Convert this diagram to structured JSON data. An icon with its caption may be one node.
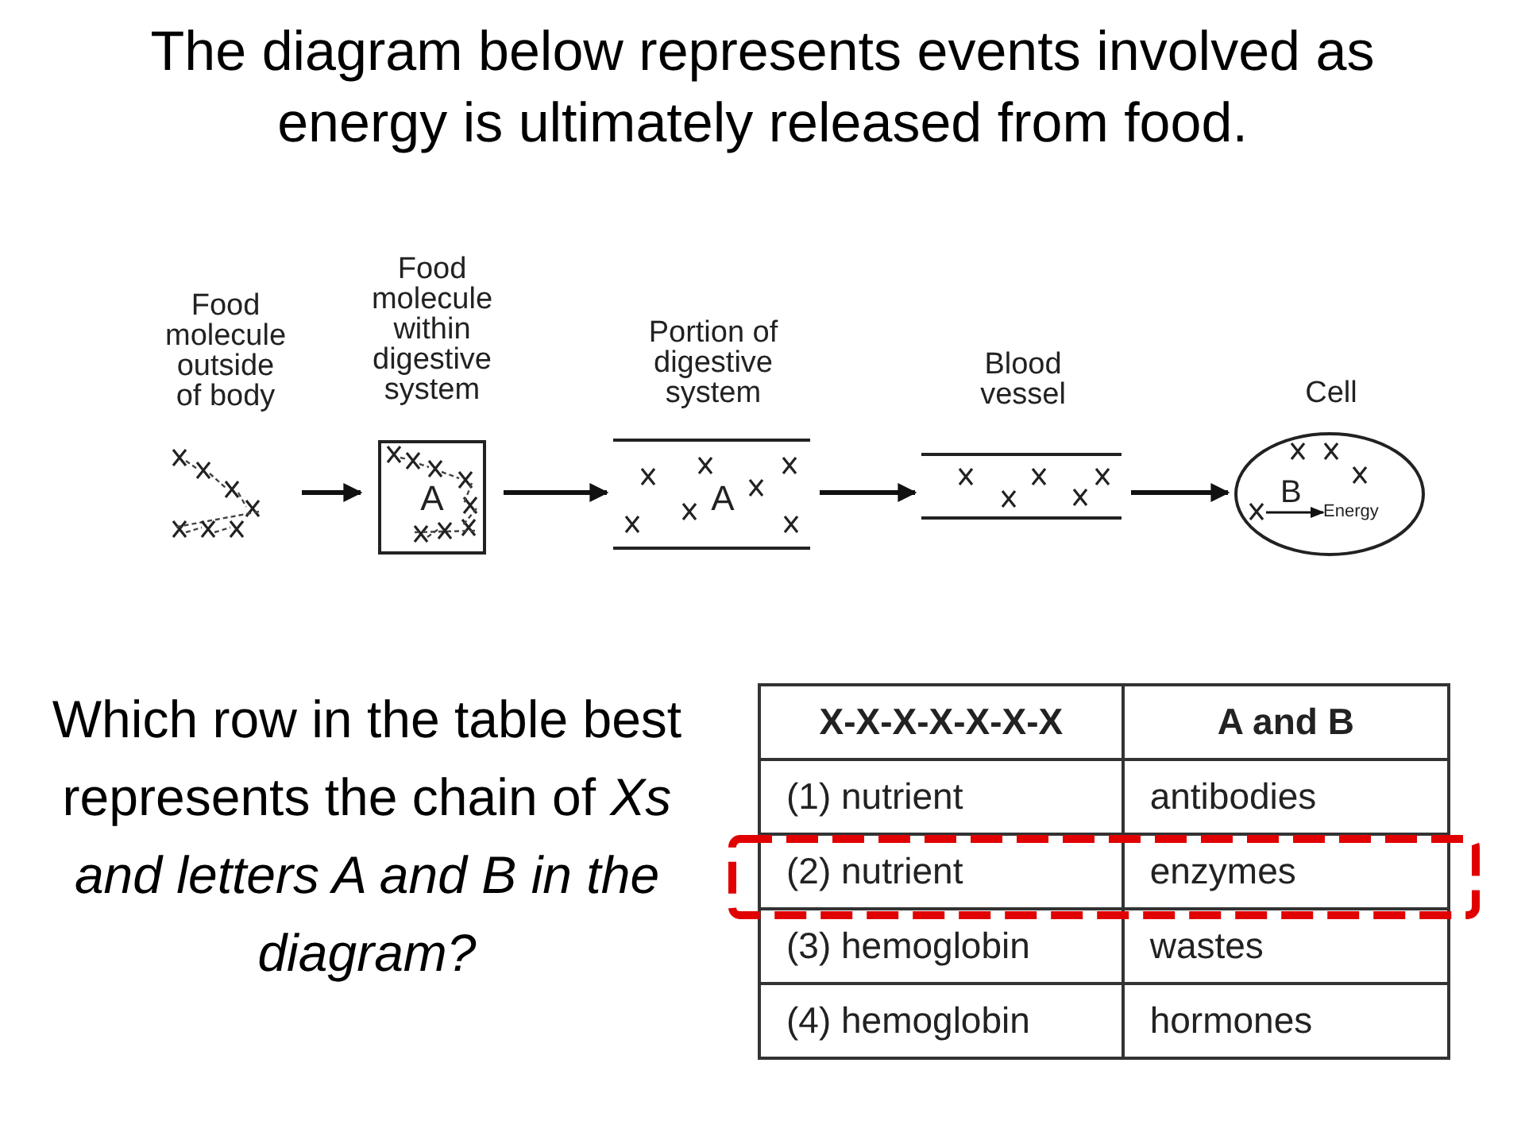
{
  "diagram": {
    "title": "The diagram below represents events involved as energy is ultimately released from food.",
    "nodes": [
      {
        "text": [
          "Food molecule outside of body"
        ]
      },
      {
        "text": [
          "Food molecule within digestive system",
          "A"
        ]
      },
      {
        "text": [
          "Portion of digestive system",
          "A"
        ]
      },
      {
        "text": [
          "Blood vessel"
        ]
      },
      {
        "text": [
          "Cell"
        ]
      },
      {
        "text": [
          "Energy"
        ],
        "in": 4
      }
    ],
    "edges": [
      {
        "from": 0,
        "to": 1,
        "arrow": "to"
      },
      {
        "from": 1,
        "to": 2,
        "arrow": "to"
      },
      {
        "from": 2,
        "to": 3,
        "arrow": "to"
      },
      {
        "from": 3,
        "to": 4,
        "arrow": "to"
      },
      {
        "from": null,
        "to": 5,
        "arrow": "to",
        "label": "B"
      }
    ],
    "labels": [
      "Which row in the table best represents the chain of *Xs and letters A and B in the diagram?*",
      "X-X-X-X-X-X-X",
      "A and B",
      "(1)  nutrient",
      "antibodies",
      "(2)  nutrient",
      "enzymes",
      "(3)  hemoglobin",
      "wastes",
      "(4)  hemoglobin",
      "hormones"
    ]
  }
}
